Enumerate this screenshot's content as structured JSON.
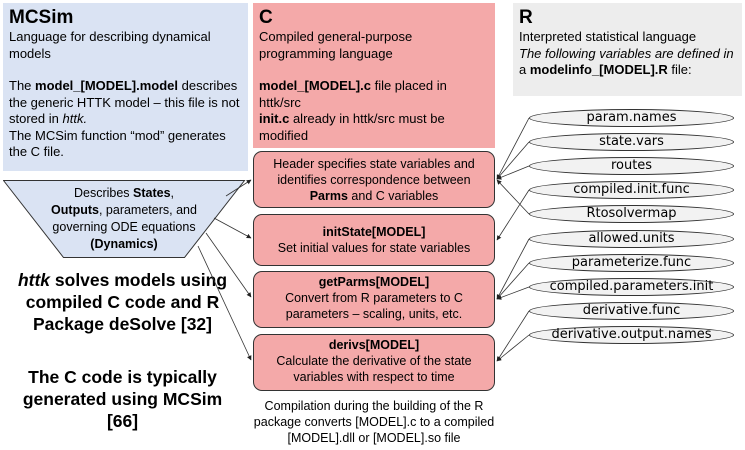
{
  "mcsim": {
    "title": "MCSim",
    "subtitle": "Language for describing dynamical models",
    "model_pre": "The ",
    "model_file": "model_[MODEL].model",
    "model_mid": " describes the generic HTTK model – this file is not stored in ",
    "httk": "httk.",
    "mod_text": "The MCSim function “mod” generates the C file."
  },
  "c": {
    "title": "C",
    "subtitle": "Compiled general-purpose programming language",
    "c_file": "model_[MODEL].c",
    "c_file_text": " file placed in httk/src",
    "init_file": "init.c",
    "init_text": " already in httk/src must be modified"
  },
  "r": {
    "title": "R",
    "subtitle": "Interpreted statistical language",
    "italic_line": "The following variables are defined in",
    "file_pre": "a ",
    "file_name": "modelinfo_[MODEL].R",
    "file_post": " file:"
  },
  "trapezoid": {
    "p1": "Describes ",
    "states": "States",
    "comma": ",",
    "outputs": "Outputs",
    "p2": ", parameters, and governing ODE equations ",
    "dynamics": "(Dynamics)"
  },
  "httk_note": {
    "httk": "httk",
    "text": " solves models using compiled C code and R Package deSolve [32]"
  },
  "ccode_note": "The C code is typically generated using MCSim [66]",
  "boxes": {
    "header_a": "Header specifies state variables and identifies correspondence between ",
    "header_parms": "Parms",
    "header_b": " and C variables",
    "init_title": "initState[MODEL]",
    "init_text": "Set initial values for state variables",
    "getparms_title": "getParms[MODEL]",
    "getparms_text": "Convert from R parameters to C parameters – scaling, units, etc.",
    "derivs_title": "derivs[MODEL]",
    "derivs_text": "Calculate the derivative of the state variables with respect to time"
  },
  "compilation_note": "Compilation during the building of the R package converts [MODEL].c to a compiled [MODEL].dll or [MODEL].so file",
  "variables": [
    "param.names",
    "state.vars",
    "routes",
    "compiled.init.func",
    "Rtosolvermap",
    "allowed.units",
    "parameterize.func",
    "compiled.parameters.init",
    "derivative.func",
    "derivative.output.names"
  ],
  "colors": {
    "mcsim_bg": "#dae3f3",
    "c_bg": "#f4a9a9",
    "r_bg": "#ededed",
    "pill_bg": "#f2f2f2"
  }
}
